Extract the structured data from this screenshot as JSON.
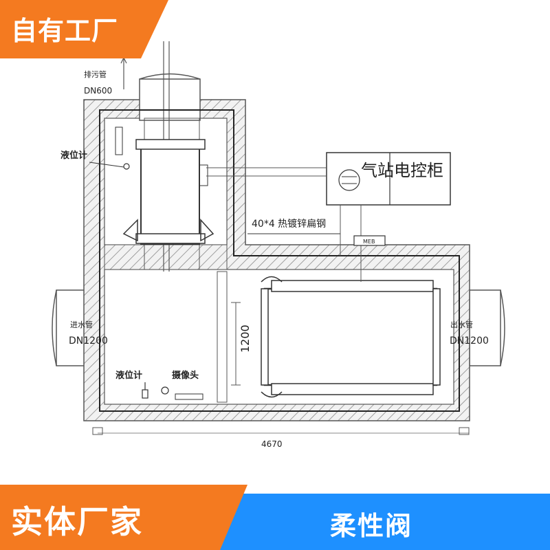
{
  "banners": {
    "top_left": "自有工厂",
    "bottom_left": "实体厂家",
    "bottom_right": "柔性阀"
  },
  "labels": {
    "drain_pipe": "排污管",
    "drain_dn": "DN600",
    "level_meter_top": "液位计",
    "cabinet": "气站电控柜",
    "flat_steel": "40*4 热镀锌扁钢",
    "box_tag": "MEB",
    "inlet_pipe": "进水管",
    "inlet_dn": "DN1200",
    "outlet_pipe": "出水管",
    "outlet_dn": "DN1200",
    "level_meter_bottom": "液位计",
    "camera": "摄像头",
    "dim_height": "1200",
    "dim_width": "4670"
  },
  "colors": {
    "orange": "#f47a20",
    "blue": "#1e90ff",
    "line": "#333333"
  }
}
